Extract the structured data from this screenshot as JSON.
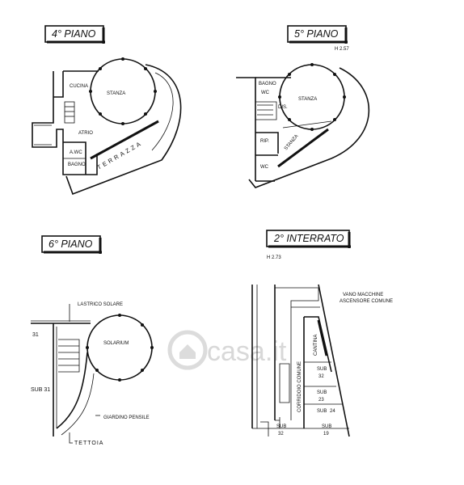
{
  "watermark": "casa.it",
  "plans": {
    "p4": {
      "title": "4° PIANO",
      "rooms": [
        "CUCINA",
        "STANZA",
        "ATRIO",
        "A.WC",
        "BAGNO",
        "TERRAZZA"
      ]
    },
    "p5": {
      "title": "5° PIANO",
      "height": "H 2.57",
      "rooms": [
        "BAGNO",
        "WC",
        "STANZA",
        "DIS.",
        "RIP.",
        "STANZA",
        "WC"
      ]
    },
    "p6": {
      "title": "6° PIANO",
      "labels": [
        "LASTRICO SOLARE",
        "31",
        "SOLARIUM",
        "SUB 31",
        "GIARDINO PENSILE",
        "TETTOIA"
      ]
    },
    "p2i": {
      "title": "2° INTERRATO",
      "height": "H 2.73",
      "labels": [
        "VANO MACCHINE",
        "ASCENSORE COMUNE",
        "CANTINA",
        "CORRIDOIO COMUNE",
        "SUB",
        "32",
        "SUB",
        "23",
        "SUB",
        "24",
        "SUB",
        "32",
        "SUB",
        "19"
      ]
    }
  }
}
